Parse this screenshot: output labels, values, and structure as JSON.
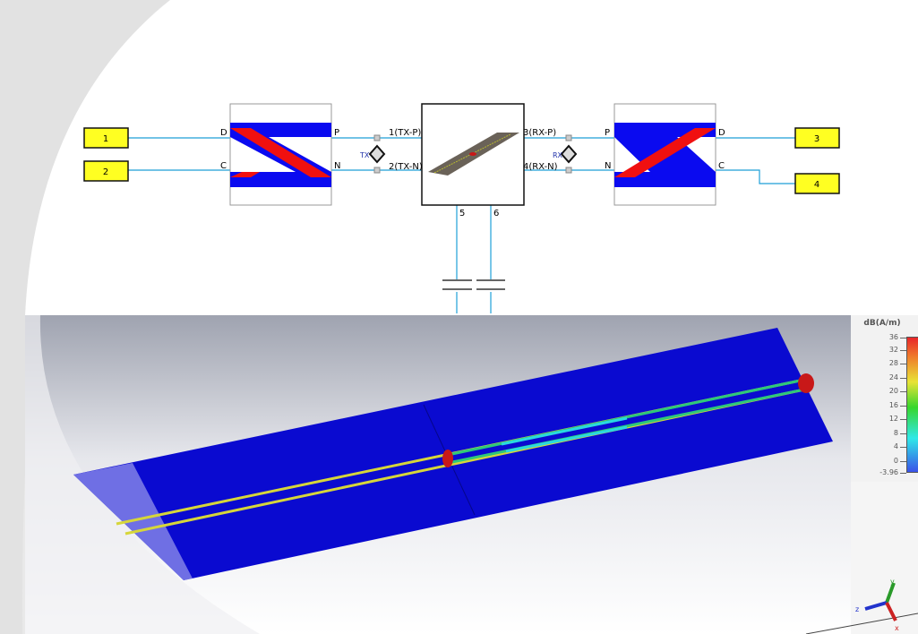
{
  "schematic": {
    "ports": [
      {
        "label": "1"
      },
      {
        "label": "2"
      },
      {
        "label": "3"
      },
      {
        "label": "4"
      }
    ],
    "left_block": {
      "pin_d": "D",
      "pin_c": "C",
      "pin_p": "P",
      "pin_n": "N"
    },
    "right_block": {
      "pin_d": "D",
      "pin_c": "C",
      "pin_p": "P",
      "pin_n": "N"
    },
    "center_block": {
      "pin1": "1(TX-P)",
      "pin2": "2(TX-N)",
      "pin3": "3(RX-P)",
      "pin4": "4(RX-N)",
      "pin5": "5",
      "pin6": "6"
    },
    "probes": [
      {
        "label": "TX"
      },
      {
        "label": "RX"
      }
    ]
  },
  "legend": {
    "title": "dB(A/m)",
    "ticks": [
      "36",
      "32",
      "28",
      "24",
      "20",
      "16",
      "12",
      "8",
      "4",
      "0",
      "-3.96"
    ],
    "colors": [
      "#e8262a",
      "#e8e336",
      "#37d62c",
      "#2fe8e8",
      "#3a52e8"
    ]
  },
  "axes": {
    "x": "x",
    "y": "y",
    "z": "z"
  },
  "colors": {
    "board": "#0a0ad0",
    "wire": "#1e9fd8",
    "port_fill": "#ffff22"
  }
}
